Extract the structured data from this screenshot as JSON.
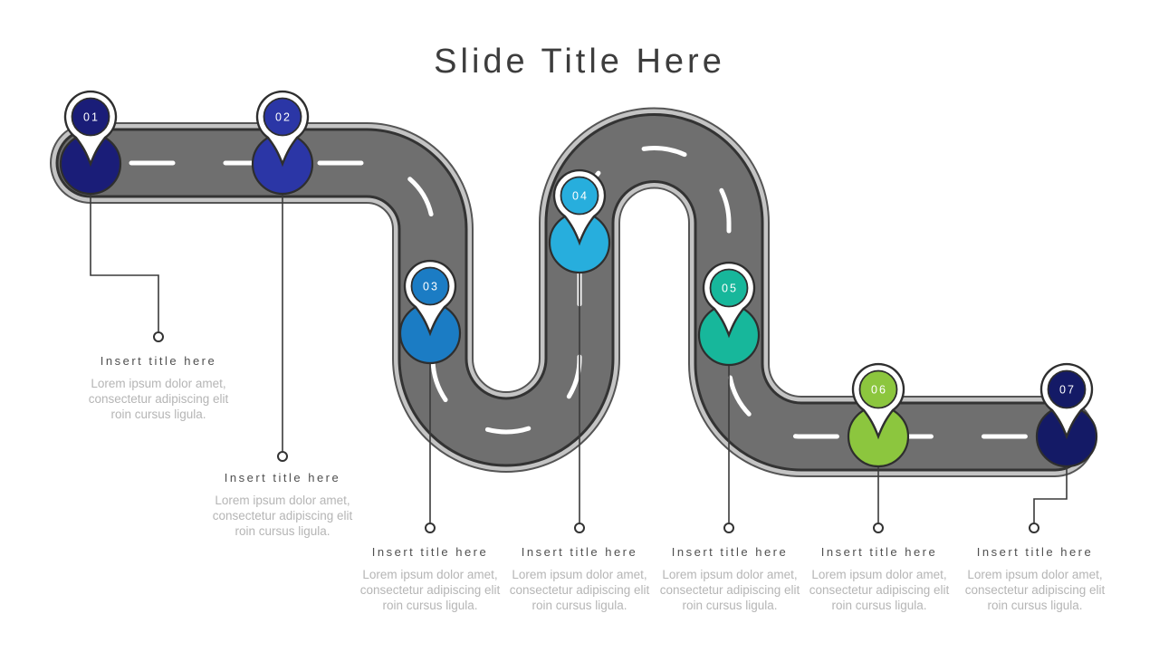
{
  "slide": {
    "title": "Slide Title Here",
    "background_color": "#ffffff",
    "title_color": "#3d3d3d"
  },
  "road": {
    "colors": {
      "asphalt": "#6f6f6f",
      "border": "#333333",
      "casing": "#c4c4c4",
      "outer_line": "#555555",
      "lane_marking": "#ffffff"
    }
  },
  "leader": {
    "line_color": "#3a3a3a"
  },
  "text_colors": {
    "item_title": "#4f4f4f",
    "item_body": "#b5b5b5"
  },
  "milestones": [
    {
      "label": "01",
      "color": "#1a1d78",
      "title": "Insert title here",
      "body": "Lorem ipsum dolor amet, consectetur adipiscing elit roin cursus ligula."
    },
    {
      "label": "02",
      "color": "#2b36a6",
      "title": "Insert title here",
      "body": "Lorem ipsum dolor amet, consectetur adipiscing elit roin cursus ligula."
    },
    {
      "label": "03",
      "color": "#1b7cc4",
      "title": "Insert title here",
      "body": "Lorem ipsum dolor amet, consectetur adipiscing elit roin cursus ligula."
    },
    {
      "label": "04",
      "color": "#27aedd",
      "title": "Insert title here",
      "body": "Lorem ipsum dolor amet, consectetur adipiscing elit roin cursus ligula."
    },
    {
      "label": "05",
      "color": "#17b79b",
      "title": "Insert title here",
      "body": "Lorem ipsum dolor amet, consectetur adipiscing elit roin cursus ligula."
    },
    {
      "label": "06",
      "color": "#8cc63e",
      "title": "Insert title here",
      "body": "Lorem ipsum dolor amet, consectetur adipiscing elit roin cursus ligula."
    },
    {
      "label": "07",
      "color": "#141a66",
      "title": "Insert title here",
      "body": "Lorem ipsum dolor amet, consectetur adipiscing elit roin cursus ligula."
    }
  ]
}
